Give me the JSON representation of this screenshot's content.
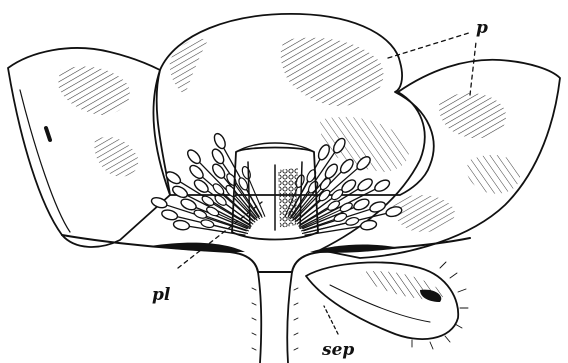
{
  "labels": {
    "petals": "p",
    "placenta": "pl",
    "sepal": "sep"
  },
  "colors": {
    "ink": "#111111",
    "paper": "#ffffff"
  }
}
